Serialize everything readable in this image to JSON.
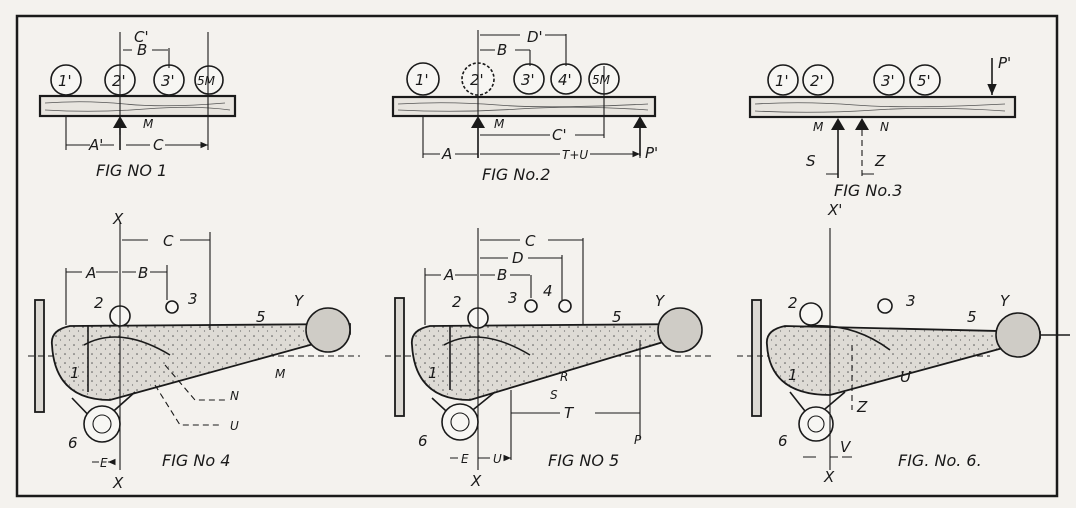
{
  "figures": [
    {
      "caption": "FIG NO 1",
      "weights": [
        "1'",
        "2'",
        "3'",
        "5M"
      ],
      "labels": {
        "c_prime": "C'",
        "b": "B",
        "m": "M",
        "a_prime": "A'",
        "c": "C"
      }
    },
    {
      "caption": "FIG No.2",
      "weights": [
        "1'",
        "2'",
        "3'",
        "4'",
        "5M"
      ],
      "labels": {
        "d_prime": "D'",
        "b": "B",
        "m": "M",
        "c_prime": "C'",
        "a": "A",
        "t_u": "T+U",
        "p_prime": "P'"
      }
    },
    {
      "caption": "FIG No.3",
      "weights": [
        "1'",
        "2'",
        "3'",
        "5'"
      ],
      "labels": {
        "p_prime": "P'",
        "m": "M",
        "n": "N",
        "s": "S",
        "z": "Z",
        "x_prime": "X'"
      }
    },
    {
      "caption": "FIG No 4",
      "labels": {
        "x_top": "X",
        "x_bottom": "X",
        "c": "C",
        "a": "A",
        "b": "B",
        "n2": "2",
        "n3": "3",
        "n5": "5",
        "y": "Y",
        "n1": "1",
        "m": "M",
        "n": "N",
        "u": "U",
        "n6": "6",
        "e": "E"
      }
    },
    {
      "caption": "FIG NO 5",
      "labels": {
        "x_bottom": "X",
        "c": "C",
        "d": "D",
        "a": "A",
        "b": "B",
        "n2": "2",
        "n3": "3",
        "n4": "4",
        "n5": "5",
        "y": "Y",
        "n1": "1",
        "r": "R",
        "s": "S",
        "t": "T",
        "p": "P",
        "n6": "6",
        "e": "E",
        "u": "U"
      }
    },
    {
      "caption": "FIG. No. 6.",
      "labels": {
        "x_bottom": "X",
        "n2": "2",
        "n3": "3",
        "n5": "5",
        "y": "Y",
        "n1": "1",
        "u": "U",
        "z": "Z",
        "n6": "6",
        "v": "V"
      }
    }
  ]
}
